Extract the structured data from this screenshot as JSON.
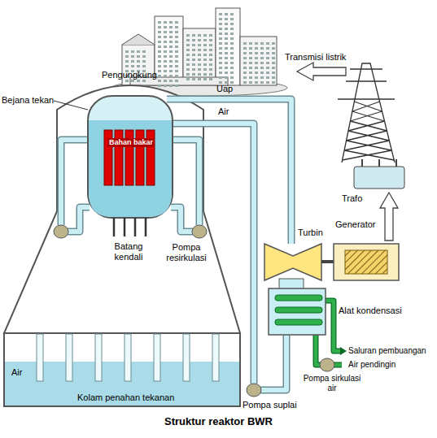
{
  "diagram": {
    "caption": "Struktur reaktor BWR",
    "labels": [
      "Transmisi listrik",
      "Pengungkung",
      "Bejana tekan",
      "Uap",
      "Air",
      "Bahan bakar",
      "Turbin",
      "Generator",
      "Trafo",
      "Batang kendali",
      "Pompa resirkulasi",
      "Alat kondensasi",
      "Saluran pembuangan",
      "Air pendingin",
      "Pompa sirkulasi air",
      "Air",
      "Kolam penahan tekanan",
      "Pompa suplai"
    ]
  }
}
